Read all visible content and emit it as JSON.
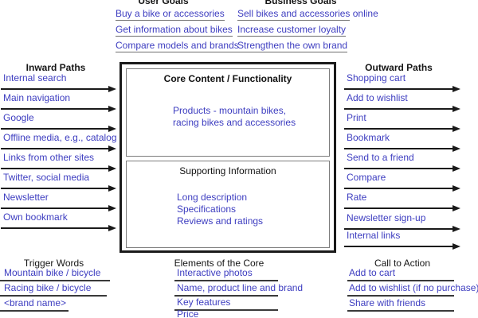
{
  "colors": {
    "link_blue": "#3d3dc0",
    "arrow_black": "#1a1a1a",
    "rule_gray": "#3a3a3a"
  },
  "goals": {
    "user": {
      "title": "User Goals",
      "items": [
        {
          "text": "Buy a bike or accessories",
          "suffix": ""
        },
        {
          "text": "Get information about bikes",
          "suffix": ""
        },
        {
          "text": "Compare models and brands",
          "suffix": ""
        }
      ]
    },
    "business": {
      "title": "Business Goals",
      "items": [
        {
          "text": "Sell bikes and accessories",
          "suffix": " online"
        },
        {
          "text": "Increase customer loyalty",
          "suffix": ""
        },
        {
          "text": "Strengthen the own brand",
          "suffix": ""
        }
      ]
    }
  },
  "inward": {
    "title": "Inward Paths",
    "items": [
      "Internal search",
      "Main navigation",
      "Google",
      "Offline media, e.g., catalog",
      "Links from other sites",
      "Twitter, social media",
      "Newsletter",
      "Own bookmark"
    ]
  },
  "outward": {
    "title": "Outward Paths",
    "items": [
      "Shopping cart",
      "Add to wishlist",
      "Print",
      "Bookmark",
      "Send to a friend",
      "Compare",
      "Rate",
      "Newsletter sign-up",
      "Internal links"
    ]
  },
  "core": {
    "title": "Core Content / Functionality",
    "lines": [
      "Products - mountain bikes,",
      "racing bikes and accessories"
    ]
  },
  "supporting": {
    "title": "Supporting Information",
    "items": [
      "Long description",
      "Specifications",
      "Reviews and ratings"
    ]
  },
  "trigger_words": {
    "title": "Trigger Words",
    "items": [
      "Mountain bike / bicycle",
      "Racing bike / bicycle",
      "<brand name>"
    ]
  },
  "core_elements": {
    "title": "Elements of the Core",
    "items": [
      "Interactive photos",
      "Name, product line and brand",
      "Key features",
      "Price"
    ]
  },
  "call_to_action": {
    "title": "Call to Action",
    "items": [
      "Add to cart",
      "Add to wishlist (if no purchase)",
      "Share with friends"
    ]
  }
}
